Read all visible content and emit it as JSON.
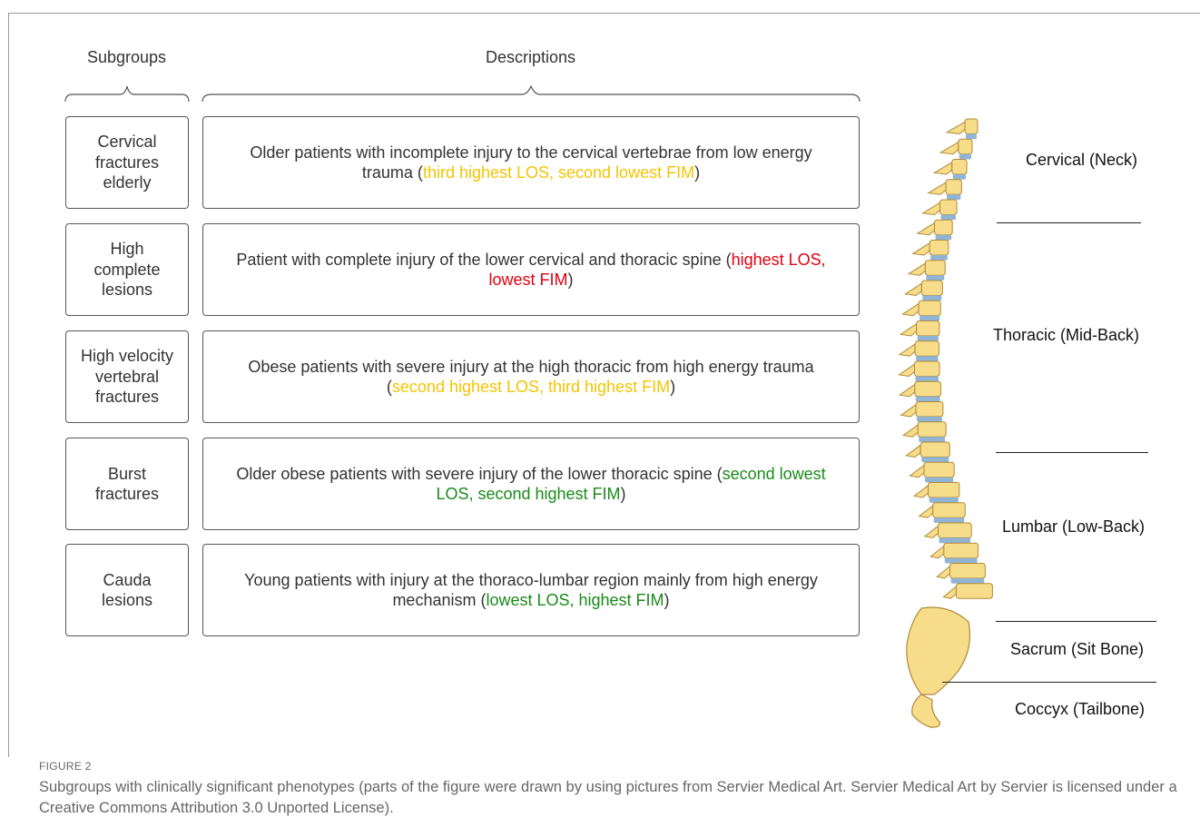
{
  "headers": {
    "subgroups": "Subgroups",
    "descriptions": "Descriptions"
  },
  "rows": [
    {
      "subgroup": [
        "Cervical",
        "fractures",
        "elderly"
      ],
      "line1": "Older patients with incomplete injury to the cervical vertebrae from low energy",
      "pre2": "trauma (",
      "hl": "third highest LOS, second lowest FIM",
      "hl2": "",
      "post": ")",
      "color": "#f5c400"
    },
    {
      "subgroup": [
        "High",
        "complete",
        "lesions"
      ],
      "line1": "Patient with complete injury of the lower cervical and thoracic spine (",
      "line1_hl": "highest LOS,",
      "pre2": "",
      "hl": "lowest FIM",
      "post": ")",
      "color": "#e3000f"
    },
    {
      "subgroup": [
        "High velocity",
        "vertebral",
        "fractures"
      ],
      "line1": "Obese patients with severe injury at the high thoracic from high energy trauma",
      "pre2": "(",
      "hl": "second highest LOS, third highest FIM",
      "post": ")",
      "color": "#f5c400"
    },
    {
      "subgroup": [
        "Burst",
        "fractures"
      ],
      "line1": "Older obese patients with severe injury of the lower thoracic spine (",
      "line1_hl": "second lowest",
      "pre2": "",
      "hl": "LOS, second highest FIM",
      "post": ")",
      "color": "#1a8a1a"
    },
    {
      "subgroup": [
        "Cauda",
        "lesions"
      ],
      "line1": "Young patients with injury at the thoraco-lumbar region mainly from high energy",
      "pre2": "mechanism (",
      "hl": "lowest LOS, highest FIM",
      "post": ")",
      "color": "#1a8a1a"
    }
  ],
  "regions": {
    "cervical": "Cervical (Neck)",
    "thoracic": "Thoracic (Mid-Back)",
    "lumbar": "Lumbar (Low-Back)",
    "sacrum": "Sacrum (Sit Bone)",
    "coccyx": "Coccyx (Tailbone)"
  },
  "figure": {
    "label": "FIGURE 2",
    "caption": "Subgroups with clinically significant phenotypes (parts of the figure were drawn by using pictures from Servier Medical Art. Servier Medical Art by Servier is licensed under a Creative Commons Attribution 3.0 Unported License)."
  },
  "colors": {
    "bone": "#f7dc8a",
    "bone_outline": "#b08a3a",
    "disc": "#8fb4d6"
  }
}
